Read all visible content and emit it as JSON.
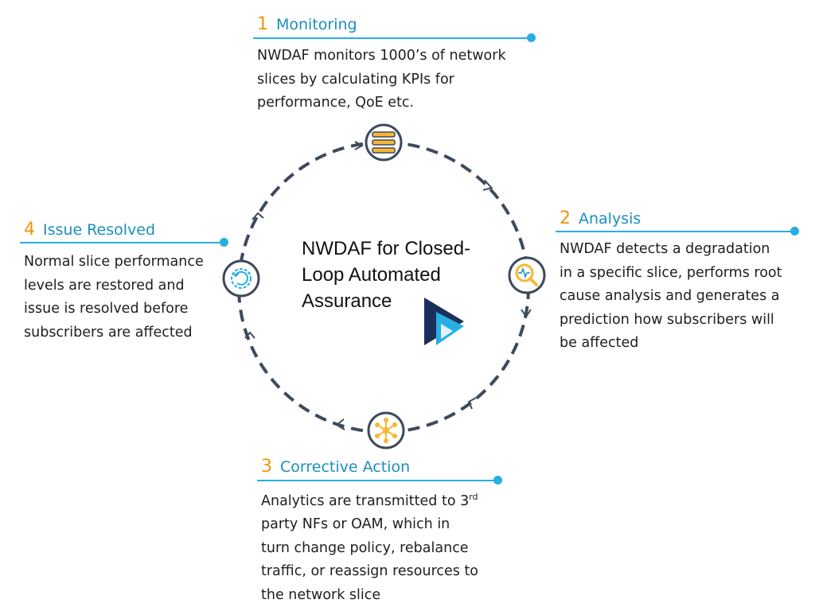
{
  "center": {
    "lines": [
      "NWDAF for Closed-",
      "Loop Automated",
      "Assurance"
    ]
  },
  "steps": [
    {
      "number": "1",
      "title": "Monitoring",
      "desc": [
        "NWDAF monitors 1000’s of network",
        "slices by calculating KPIs for",
        "performance, QoE etc."
      ]
    },
    {
      "number": "2",
      "title": "Analysis",
      "desc": [
        "NWDAF detects a degradation",
        "in a specific slice, performs root",
        "cause analysis and generates a",
        "prediction how subscribers will",
        "be affected"
      ]
    },
    {
      "number": "3",
      "title": "Corrective Action",
      "desc_first": "Analytics are transmitted to 3",
      "desc_first_sup": "rd",
      "desc": [
        "party NFs or OAM, which in",
        "turn change policy, rebalance",
        "traffic, or reassign resources to",
        "the network slice"
      ]
    },
    {
      "number": "4",
      "title": "Issue Resolved",
      "desc": [
        "Normal slice performance",
        "levels are restored and",
        "issue is resolved before",
        "subscribers are affected"
      ]
    }
  ],
  "icons": {
    "monitoring": "database-stack-icon",
    "analysis": "magnifier-waveform-icon",
    "corrective": "network-hub-icon",
    "resolved": "gear-refresh-icon",
    "logo": "play-logo-icon"
  },
  "colors": {
    "ring": "#3e4a5c",
    "accent_blue": "#27aee3",
    "title_blue": "#1a8fbf",
    "number_orange": "#f0960e",
    "icon_fill": "#f7b733"
  }
}
